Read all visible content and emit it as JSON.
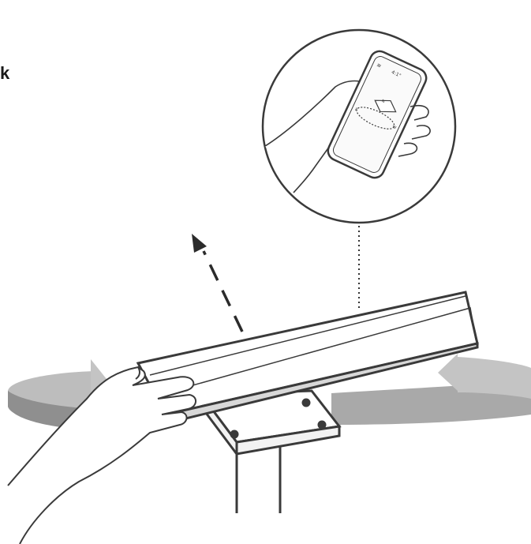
{
  "label": "k",
  "phone_screen": {
    "status_left": "≋",
    "status_mid": "4:1°",
    "compass_letters": [
      "N",
      "W",
      "E"
    ]
  }
}
